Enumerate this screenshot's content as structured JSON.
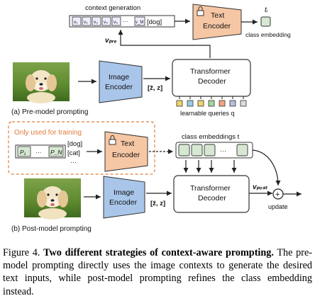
{
  "pre": {
    "context_generation": "context generation",
    "ctx_tokens": [
      "v₁",
      "v₂",
      "v₃",
      "v₄",
      "v₅",
      "v_M"
    ],
    "ctx_dots": "···",
    "ctx_class": "[dog]",
    "text_encoder": [
      "Text",
      "Encoder"
    ],
    "ti": "tᵢ",
    "class_embedding": "class embedding",
    "v_pre": "vₚᵣₑ",
    "image_encoder": [
      "Image",
      "Encoder"
    ],
    "zz": "[z̄, z]",
    "transformer_decoder": [
      "Transformer",
      "Decoder"
    ],
    "learnable_queries": "learnable queries q",
    "subcaption": "(a) Pre-model prompting"
  },
  "post": {
    "only_training": "Only used for training",
    "prompt_tokens": [
      "P₁",
      "···",
      "P_N"
    ],
    "prompt_classes": [
      "[dog]",
      "[cat]",
      "···"
    ],
    "text_encoder": [
      "Text",
      "Encoder"
    ],
    "class_embeddings": "class embeddings t",
    "emb_dots": "···",
    "image_encoder": [
      "Image",
      "Encoder"
    ],
    "zz": "[z̄, z]",
    "transformer_decoder": [
      "Transformer",
      "Decoder"
    ],
    "v_post": "vₚₒₛₜ",
    "plus": "+",
    "update": "update",
    "subcaption": "(b) Post-model prompting"
  },
  "caption": {
    "label": "Figure 4.",
    "title": "Two different strategies of context-aware prompting.",
    "body": "The pre-model prompting directly uses the image contexts to generate the desired text inputs, while post-model prompting refines the class embedding instead."
  },
  "icons": [
    "lock-icon",
    "dog-photo",
    "frozen-lock-icon"
  ],
  "colors": {
    "text_encoder_fill": "#f6c7a4",
    "image_encoder_fill": "#a9c6ea",
    "class_emb_fill": "#d7e8d2",
    "training_border": "#e07b39",
    "query_dot_fill": "#f0d36b"
  }
}
